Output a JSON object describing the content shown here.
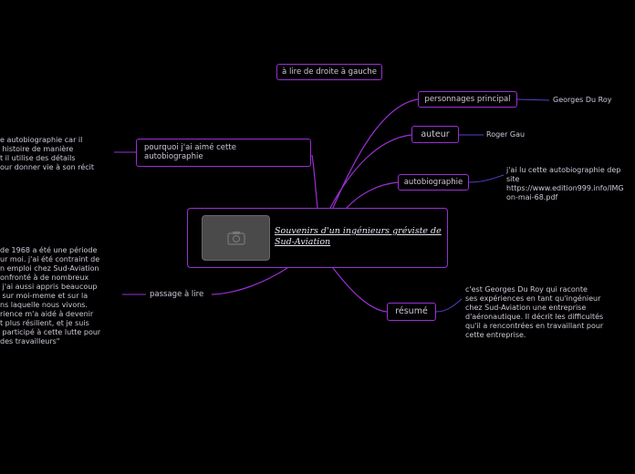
{
  "central": {
    "title": "Souvenirs d'un ingénieurs gréviste de Sud-Aviation",
    "image_icon": "camera-icon"
  },
  "top_note": "à lire de droite à gauche",
  "branches": {
    "personnages": {
      "label": "personnages principal",
      "detail": "Georges Du Roy"
    },
    "auteur": {
      "label": "auteur",
      "detail": "Roger Gau"
    },
    "autobiographie": {
      "label": "autobiographie",
      "detail": "j'ai lu cette autobiographie dep\nsite\nhttps://www.edition999.info/IMG\non-mai-68.pdf"
    },
    "resume": {
      "label": "résumé",
      "detail": "c'est Georges Du Roy qui raconte\nses expériences en tant qu'ingénieur\nchez Sud-Aviation une entreprise\nd'aéronautique. Il décrit les difficultés\nqu'il a rencontrées en travaillant pour\ncette entreprise."
    },
    "pourquoi": {
      "label": "pourquoi j'ai aimé cette\nautobiographie",
      "detail": "e autobiographie car il\n histoire de manière\nt il utilise des détails\nour donner vie à son récit"
    },
    "passage": {
      "label": "passage à lire",
      "detail": "de 1968 a été une période\nur moi. j'ai été contraint de\nn emploi chez Sud-Aviation\nonfronté à de nombreux\n j'ai aussi appris beaucoup\n sur moi-meme et sur la\nns laquelle nous vivons.\nrience m'a aidé à devenir\nt plus résilient, et je suis\n participé à cette lutte pour\ndes travailleurs\""
    }
  },
  "colors": {
    "accent": "#9b2fd3",
    "line_right": "#5a3fd0",
    "background": "#000000"
  }
}
